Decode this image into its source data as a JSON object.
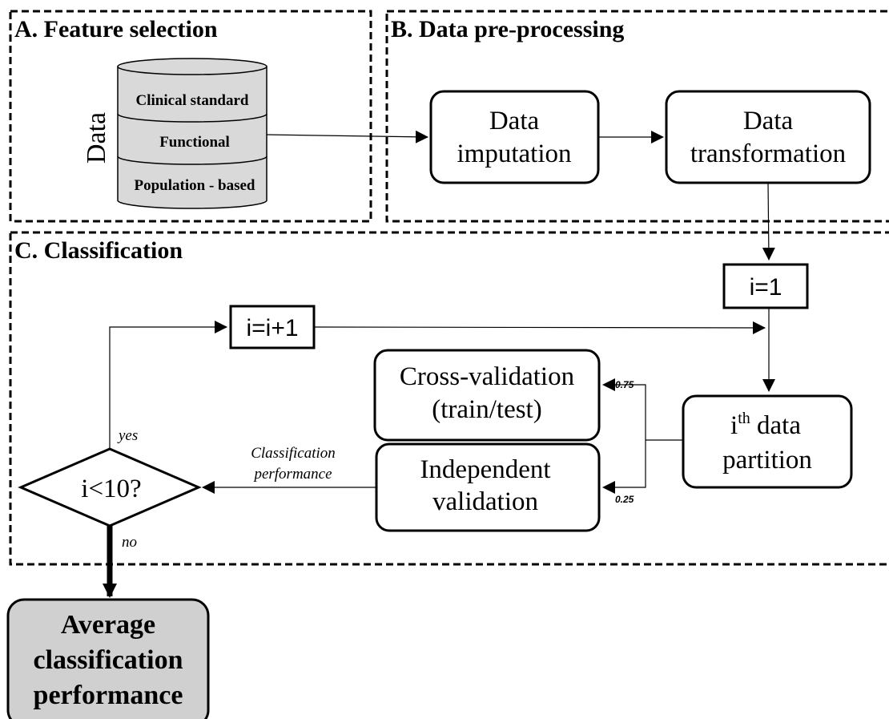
{
  "sections": {
    "feature_selection": "A. Feature selection",
    "preprocessing": "B. Data pre-processing",
    "classification": "C. Classification"
  },
  "database": {
    "axis_label": "Data",
    "layers": [
      "Clinical standard",
      "Functional",
      "Population - based"
    ]
  },
  "preprocessing": {
    "imputation": [
      "Data",
      "imputation"
    ],
    "transformation": [
      "Data",
      "transformation"
    ]
  },
  "classification": {
    "init": "i=1",
    "increment": "i=i+1",
    "partition": {
      "base": "i",
      "sup": "th",
      "line1_rest": " data",
      "line2": "partition"
    },
    "cross_validation": [
      "Cross-validation",
      "(train/test)"
    ],
    "independent_validation": [
      "Independent",
      "validation"
    ],
    "split_train": "0.75",
    "split_test": "0.25",
    "decision": "i<10?",
    "yes_label": "yes",
    "no_label": "no",
    "performance_label": [
      "Classification",
      "performance"
    ]
  },
  "result": [
    "Average",
    "classification",
    "performance"
  ],
  "colors": {
    "db_fill": "#d9d9d9",
    "result_fill": "#d0d0d0",
    "stroke": "#000000"
  }
}
